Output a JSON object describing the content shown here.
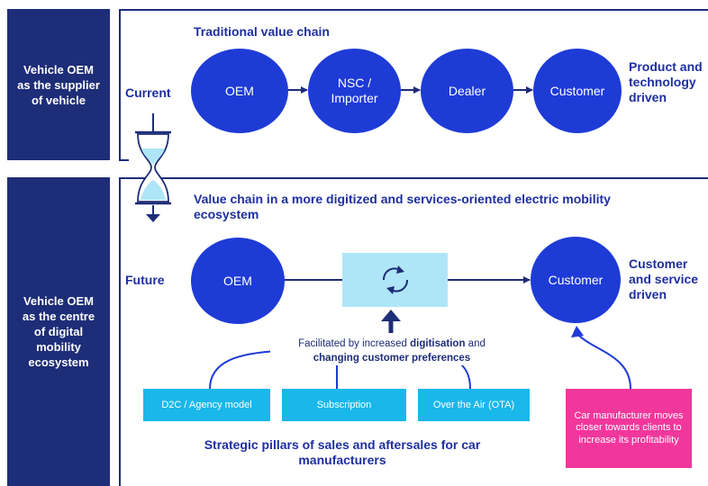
{
  "sidebar": {
    "top": "Vehicle OEM as the supplier of vehicle",
    "bottom": "Vehicle OEM as the centre of digital mobility ecosystem"
  },
  "current": {
    "title": "Traditional value chain",
    "row_label": "Current",
    "nodes": [
      "OEM",
      "NSC / Importer",
      "Dealer",
      "Customer"
    ],
    "driver": "Product and technology driven"
  },
  "future": {
    "title": "Value chain in a more digitized and services-oriented electric mobility ecosystem",
    "row_label": "Future",
    "nodes": [
      "OEM",
      "Customer"
    ],
    "driver": "Customer and service driven",
    "facilitated_prefix": "Facilitated by increased ",
    "facilitated_bold1": "digitisation",
    "facilitated_mid": " and",
    "facilitated_bold2": "changing customer preferences",
    "pillars": [
      "D2C / Agency model",
      "Subscription",
      "Over the Air (OTA)"
    ],
    "pink_note": "Car manufacturer moves closer towards clients to increase its profitability",
    "pillars_caption": "Strategic pillars of sales and aftersales for car manufacturers"
  },
  "colors": {
    "navy": "#1e2d78",
    "circle_blue": "#1e3bd6",
    "cyan": "#1ab7ea",
    "light_cyan": "#aee6f8",
    "pink": "#f2379c",
    "text_blue": "#1e2fa0"
  }
}
